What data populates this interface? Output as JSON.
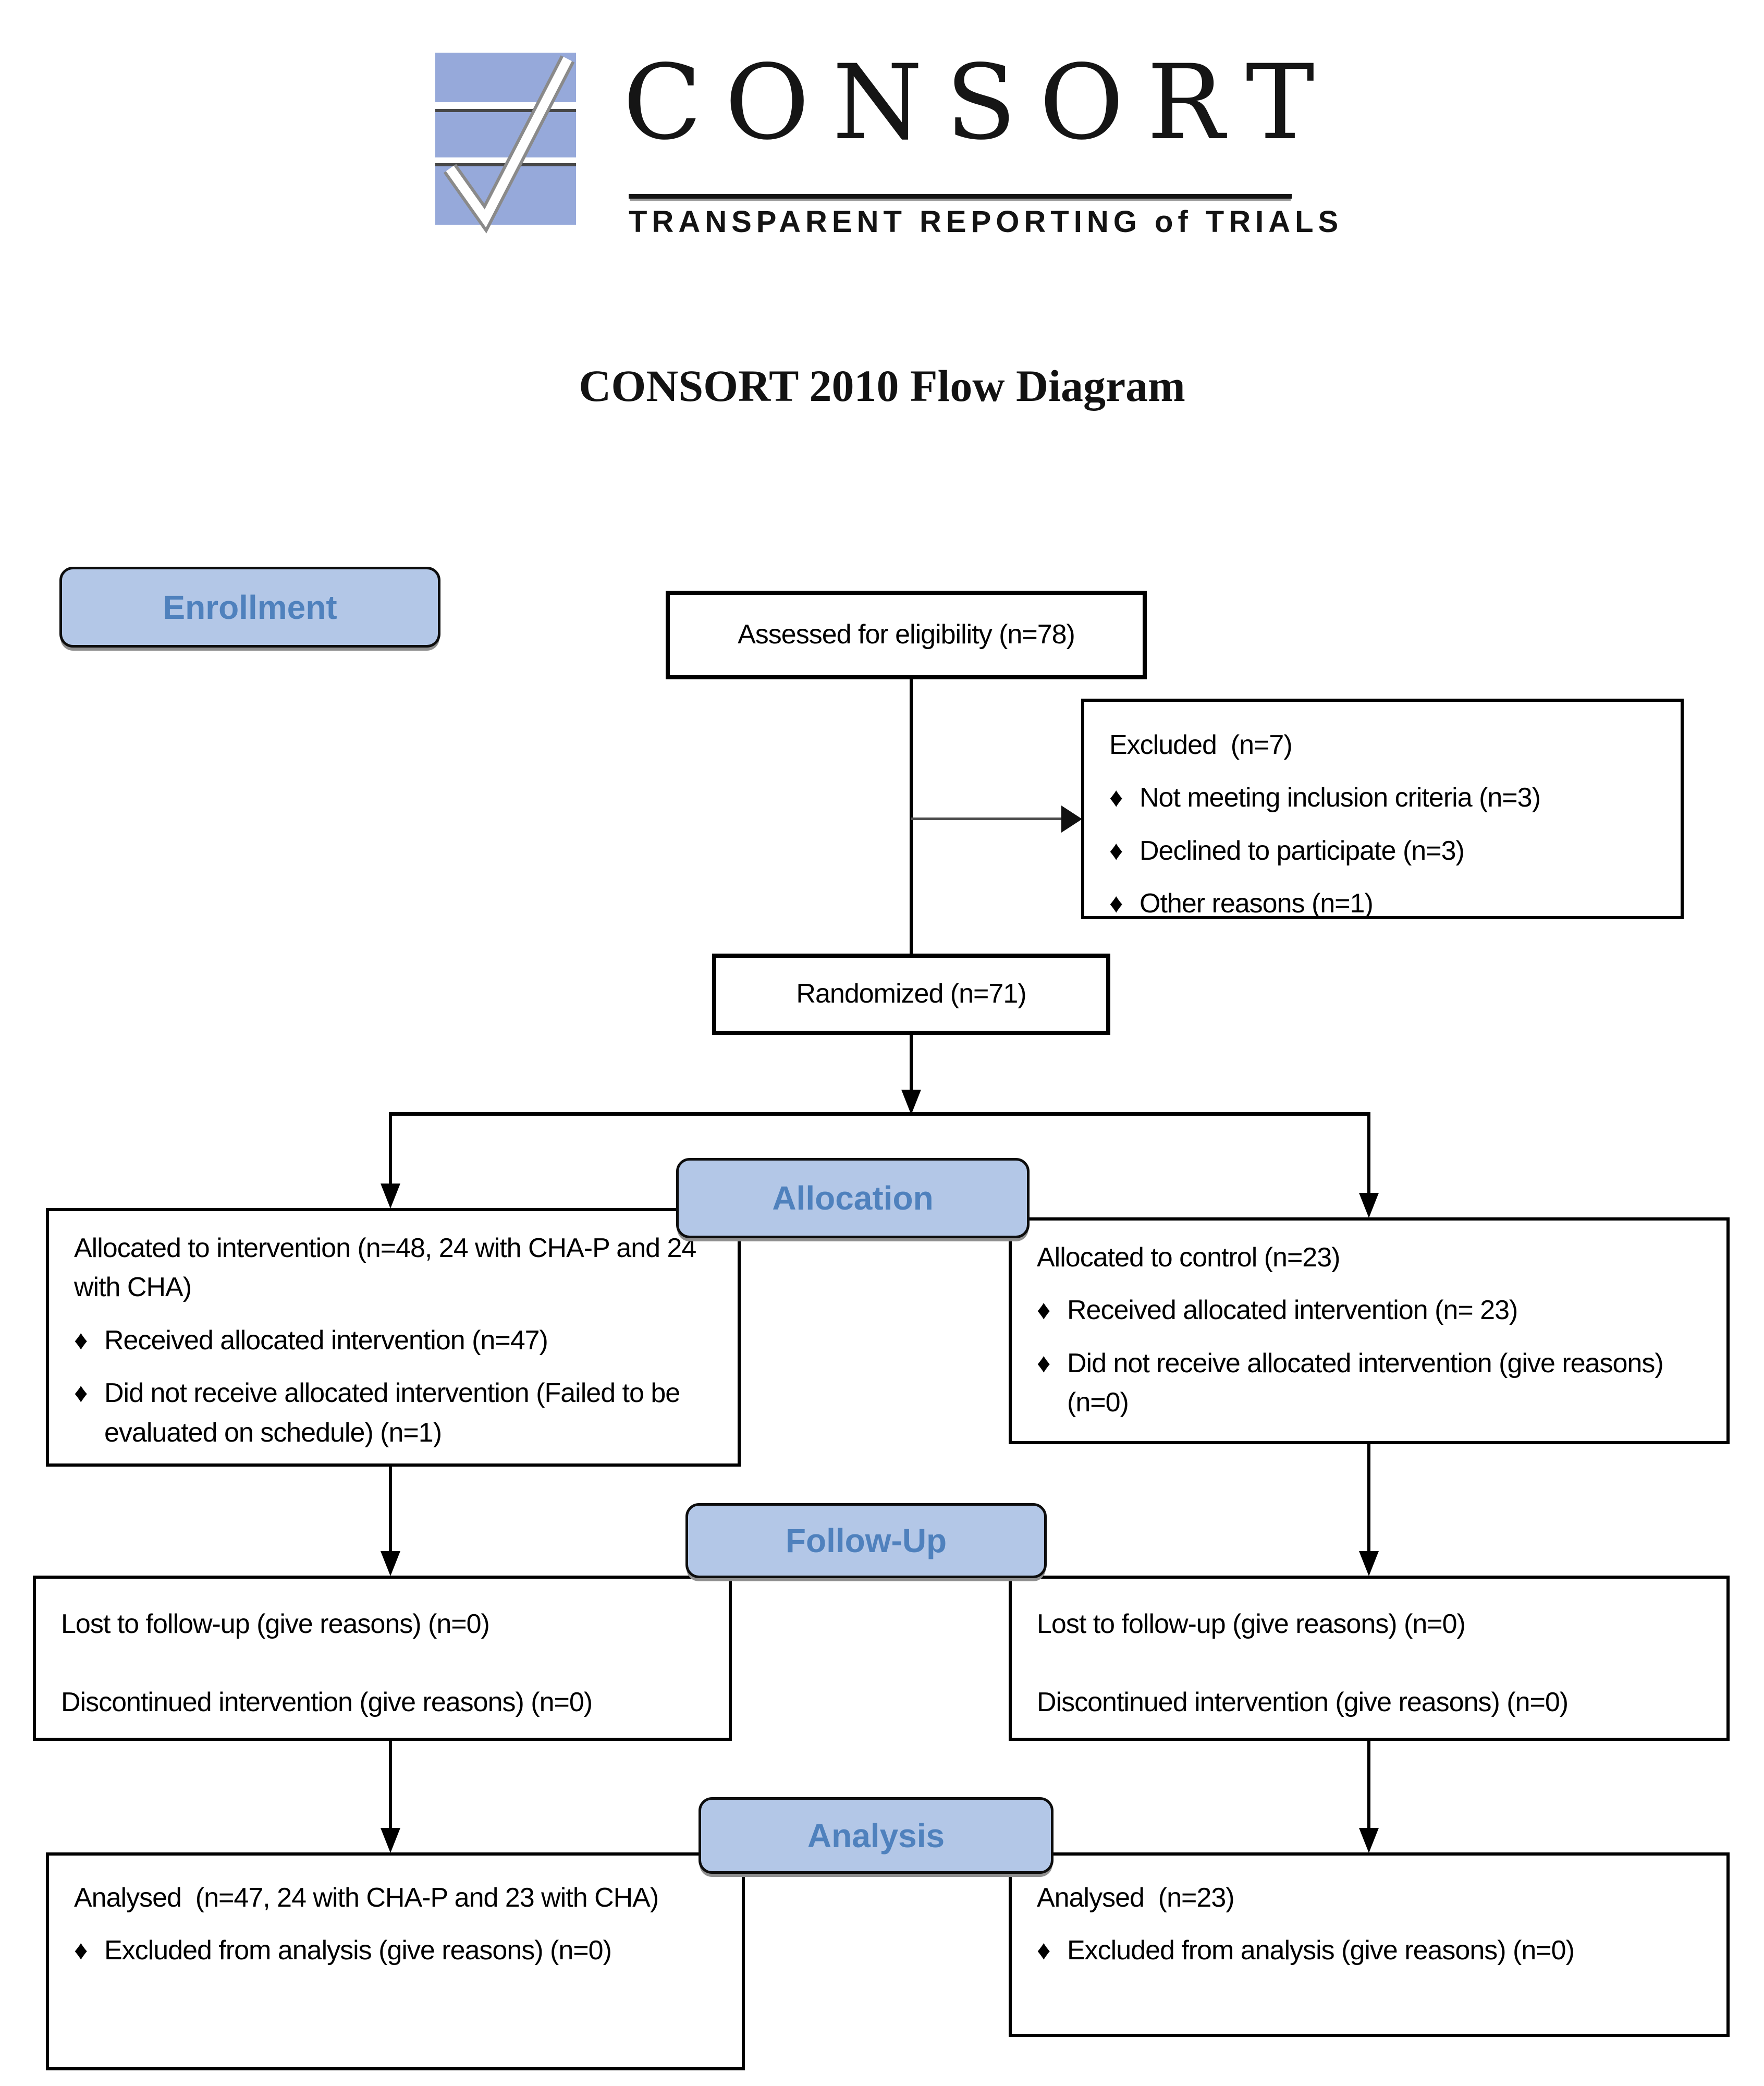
{
  "bullet": "♦",
  "colors": {
    "stage_fill": "#b3c7e7",
    "stage_text": "#4f81bd",
    "logo_blue": "#96a9da",
    "line_color": "#000000"
  },
  "logo": {
    "brand": "CONSORT",
    "tagline": "TRANSPARENT REPORTING of TRIALS"
  },
  "title": "CONSORT 2010 Flow Diagram",
  "stages": {
    "enrollment": "Enrollment",
    "allocation": "Allocation",
    "followup": "Follow-Up",
    "analysis": "Analysis"
  },
  "boxes": {
    "assessed": {
      "text": "Assessed for eligibility (n=78)"
    },
    "excluded": {
      "title": "Excluded  (n=7)",
      "items": [
        "Not meeting inclusion criteria (n=3)",
        "Declined to participate (n=3)",
        "Other reasons (n=1)"
      ]
    },
    "randomized": {
      "text": "Randomized (n=71)"
    },
    "alloc_left": {
      "title": "Allocated to intervention (n=48, 24 with CHA-P and 24 with CHA)",
      "items": [
        "Received allocated intervention (n=47)",
        "Did not receive allocated intervention (Failed to be evaluated on schedule) (n=1)"
      ]
    },
    "alloc_right": {
      "title": "Allocated to control (n=23)",
      "items": [
        "Received allocated intervention (n= 23)",
        "Did not receive allocated intervention (give reasons) (n=0)"
      ]
    },
    "follow_left": {
      "line1": "Lost to follow-up (give reasons) (n=0)",
      "line2": "Discontinued intervention (give reasons) (n=0)"
    },
    "follow_right": {
      "line1": "Lost to follow-up (give reasons) (n=0)",
      "line2": "Discontinued intervention (give reasons) (n=0)"
    },
    "analysis_left": {
      "title": "Analysed  (n=47, 24 with CHA-P and 23 with CHA)",
      "items": [
        "Excluded from analysis (give reasons) (n=0)"
      ]
    },
    "analysis_right": {
      "title": "Analysed  (n=23)",
      "items": [
        "Excluded from analysis (give reasons) (n=0)"
      ]
    }
  }
}
